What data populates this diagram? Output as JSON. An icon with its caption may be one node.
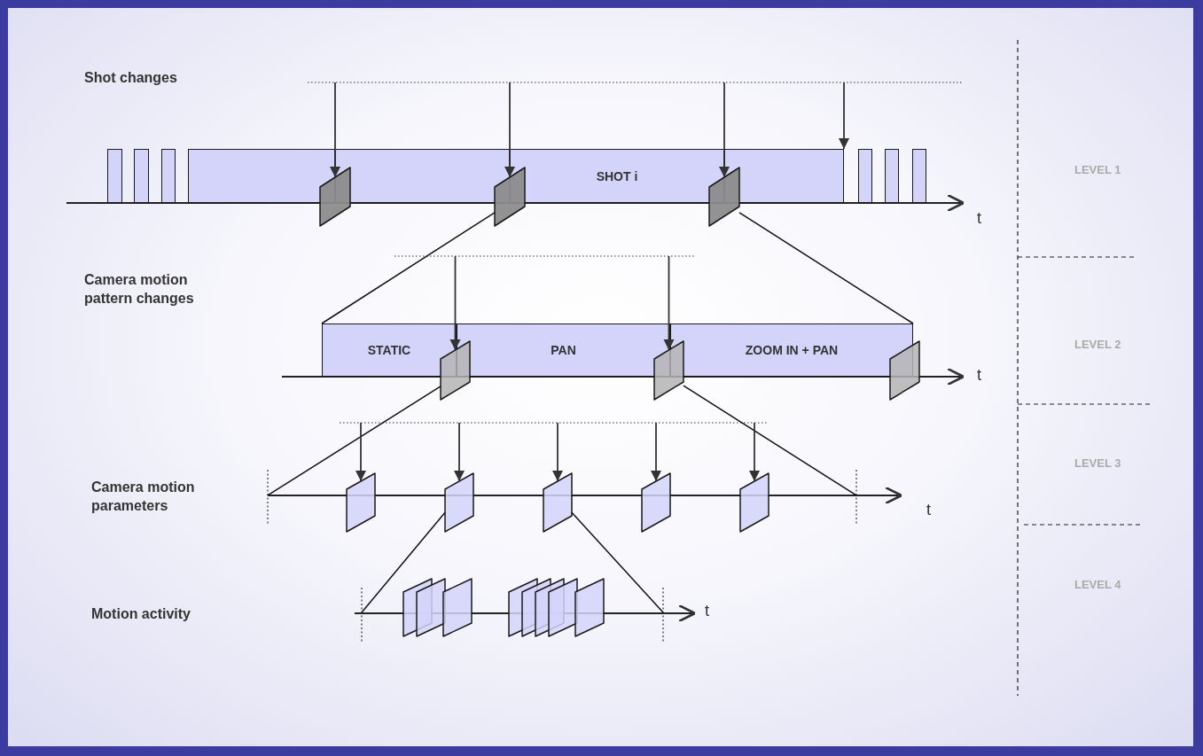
{
  "diagram": {
    "nodes": [
      {
        "text": [],
        "shape": "box"
      },
      {
        "text": [],
        "shape": "box"
      },
      {
        "text": [],
        "shape": "box"
      },
      {
        "text": [],
        "shape": "box"
      },
      {
        "text": [],
        "shape": "box"
      },
      {
        "text": [
          "SHOT i"
        ]
      },
      {
        "text": [],
        "shape": "box"
      },
      {
        "text": [],
        "shape": "box"
      },
      {
        "text": [],
        "shape": "box"
      },
      {
        "text": [],
        "shape": "box"
      },
      {
        "text": [],
        "shape": "parallelogram"
      },
      {
        "text": [],
        "shape": "parallelogram"
      },
      {
        "text": [],
        "shape": "parallelogram"
      },
      {
        "text": [
          "STATIC"
        ]
      },
      {
        "text": [
          "PAN"
        ]
      },
      {
        "text": [
          "ZOOM IN + PAN"
        ]
      },
      {
        "text": [],
        "shape": "parallelogram"
      },
      {
        "text": [],
        "shape": "parallelogram"
      },
      {
        "text": [],
        "shape": "parallelogram"
      },
      {
        "text": [],
        "shape": "parallelogram"
      },
      {
        "text": [],
        "shape": "parallelogram"
      },
      {
        "text": [],
        "shape": "parallelogram"
      },
      {
        "text": [],
        "shape": "parallelogram"
      },
      {
        "text": [],
        "shape": "parallelogram"
      },
      {
        "text": [],
        "shape": "parallelogram"
      },
      {
        "text": [],
        "shape": "parallelogram"
      },
      {
        "text": [],
        "shape": "parallelogram"
      },
      {
        "text": [],
        "shape": "parallelogram"
      },
      {
        "text": [],
        "shape": "parallelogram"
      },
      {
        "text": [],
        "shape": "parallelogram"
      },
      {
        "text": [],
        "shape": "parallelogram"
      },
      {
        "text": [],
        "shape": "parallelogram"
      },
      {
        "text": [],
        "shape": "line"
      },
      {
        "text": [],
        "shape": "line"
      },
      {
        "text": [],
        "shape": "line"
      },
      {
        "text": [],
        "shape": "line"
      }
    ],
    "edges": [
      {
        "from": null,
        "to": 10,
        "arrow": "to"
      },
      {
        "from": null,
        "to": 11,
        "arrow": "to"
      },
      {
        "from": null,
        "to": 12,
        "arrow": "to"
      },
      {
        "from": null,
        "to": 6,
        "arrow": "to"
      },
      {
        "from": 11,
        "to": 13,
        "arrow": "none"
      },
      {
        "from": 12,
        "to": 15,
        "arrow": "none"
      },
      {
        "from": null,
        "to": 16,
        "arrow": "to"
      },
      {
        "from": null,
        "to": 17,
        "arrow": "to"
      },
      {
        "from": 16,
        "to": 32,
        "arrow": "none"
      },
      {
        "from": 17,
        "to": 33,
        "arrow": "none"
      },
      {
        "from": null,
        "to": 19,
        "arrow": "to"
      },
      {
        "from": null,
        "to": 20,
        "arrow": "to"
      },
      {
        "from": null,
        "to": 21,
        "arrow": "to"
      },
      {
        "from": null,
        "to": 22,
        "arrow": "to"
      },
      {
        "from": null,
        "to": 23,
        "arrow": "to"
      },
      {
        "from": 20,
        "to": 34,
        "arrow": "none"
      },
      {
        "from": 21,
        "to": 35,
        "arrow": "none"
      }
    ],
    "labels": [
      "Shot changes",
      "LEVEL 1",
      "t",
      "Camera motion pattern changes",
      "LEVEL 2",
      "t",
      "LEVEL 3",
      "Camera motion parameters",
      "t",
      "LEVEL 4",
      "Motion activity",
      "t"
    ]
  }
}
